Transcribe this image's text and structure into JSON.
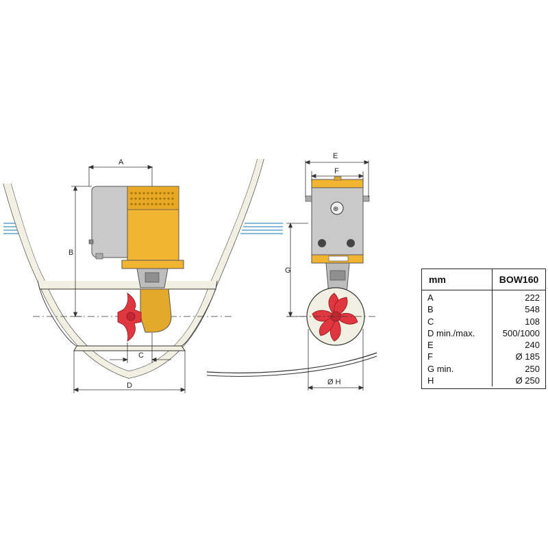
{
  "labels": {
    "A": "A",
    "B": "B",
    "C": "C",
    "D": "D",
    "E": "E",
    "F": "F",
    "G": "G",
    "H": "Ø H"
  },
  "spec_table": {
    "header": {
      "unit": "mm",
      "model": "BOW160"
    },
    "rows": [
      {
        "label": "A",
        "value": "222"
      },
      {
        "label": "B",
        "value": "548"
      },
      {
        "label": "C",
        "value": "108"
      },
      {
        "label": "D min./max.",
        "value": "500/1000"
      },
      {
        "label": "E",
        "value": "240"
      },
      {
        "label": "F",
        "value": "Ø 185"
      },
      {
        "label": "G min.",
        "value": "250"
      },
      {
        "label": "H",
        "value": "Ø 250"
      }
    ]
  },
  "colors": {
    "motor_yellow": "#f2b531",
    "motor_grey": "#c9c9c9",
    "propeller_red": "#e0363f",
    "water_blue": "#5aa3d4",
    "hull_fill": "#f1f0e2"
  }
}
